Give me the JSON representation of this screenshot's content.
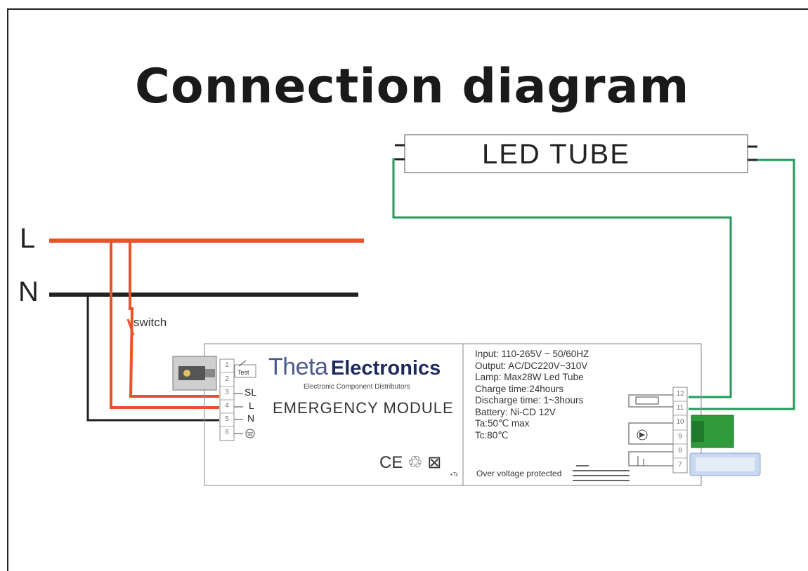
{
  "title": "Connection diagram",
  "led_tube": {
    "label": "LED TUBE"
  },
  "mains": {
    "l_label": "L",
    "n_label": "N",
    "switch_label": "switch"
  },
  "module": {
    "brand_light": "Theta",
    "brand_bold": "Electronics",
    "tagline": "Electronic Component Distributors",
    "name": "EMERGENCY MODULE",
    "test_label": "Test",
    "marks": "CE ♲ ⊠",
    "tc_small": "+Tc",
    "left_terminals": [
      {
        "pin": "1",
        "label": ""
      },
      {
        "pin": "2",
        "label": ""
      },
      {
        "pin": "3",
        "label": "SL"
      },
      {
        "pin": "4",
        "label": "L"
      },
      {
        "pin": "5",
        "label": "N"
      },
      {
        "pin": "6",
        "label": "⏚"
      }
    ],
    "right_pins": [
      "12",
      "11",
      "10",
      "9",
      "8",
      "7"
    ],
    "specs": [
      "Input: 110-265V ~ 50/60HZ",
      "Output: AC/DC220V~310V",
      "Lamp: Max28W Led Tube",
      "Charge time:24hours",
      "Discharge time: 1~3hours",
      "Battery: Ni-CD 12V",
      "Ta:50℃  max",
      "Tc:80℃"
    ],
    "overvoltage": "Over voltage protected"
  },
  "colors": {
    "live_wire": "#e8532a",
    "neutral_wire": "#222222",
    "lamp_wire": "#1f9a5a",
    "brand": "#1e2a5c"
  }
}
